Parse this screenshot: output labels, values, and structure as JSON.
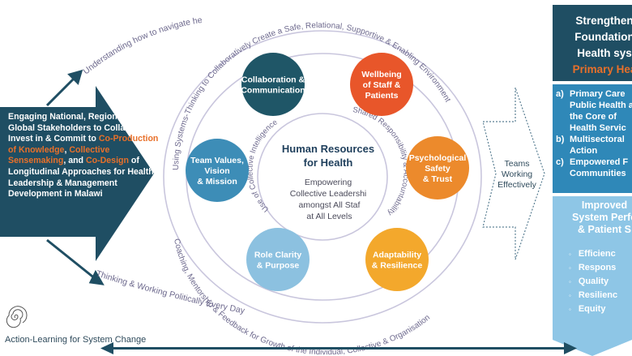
{
  "left_panel": {
    "segments": [
      {
        "text": "Engaging National, Regional & Global Stakeholders to Collaborate, Invest in & Commit to ",
        "highlight": false
      },
      {
        "text": "Co-Production of Knowledge",
        "highlight": true
      },
      {
        "text": ", ",
        "highlight": false
      },
      {
        "text": "Collective Sensemaking",
        "highlight": true
      },
      {
        "text": ", and ",
        "highlight": false
      },
      {
        "text": "Co-Design",
        "highlight": true
      },
      {
        "text": " of Longitudinal Approaches for Health Leadership & Management Development in Malawi",
        "highlight": false
      }
    ]
  },
  "top_left_note": "Understanding how to navigate health systems complexity specific to context",
  "outer_ring_top": "Using Systems-Thinking to Collaboratively Create a Safe, Relational, Supportive & Enabling Environment",
  "outer_ring_bottom": "Coaching, Mentorship & Feedback for Growth of the Individual, Collective & Organisation",
  "inner_ring_left": "Use of Collective Intelligence",
  "inner_ring_right": "Shared Responsibility & Accountability",
  "bottom_arc_text": "Thinking & Working Politically Every Day",
  "center": {
    "title": "Human Resources for Health",
    "subtitle": "Empowering Collective Leadership amongst All Staff at All Levels"
  },
  "nodes": [
    {
      "label": "Collaboration & Communication",
      "color": "#1f5667"
    },
    {
      "label": "Wellbeing of Staff & Patients",
      "color": "#e8562a"
    },
    {
      "label": "Psychological Safety & Trust",
      "color": "#ec8a2c"
    },
    {
      "label": "Adaptability & Resilience",
      "color": "#f3a82c"
    },
    {
      "label": "Role Clarity & Purpose",
      "color": "#8cc1e0"
    },
    {
      "label": "Team Values, Vision & Mission",
      "color": "#3d8db7"
    }
  ],
  "teams_label": "Teams Working Effectively",
  "right_panel": {
    "title": "Strengthen Foundation Health sys",
    "title_lines": [
      "Strengthen",
      "Foundation",
      "Health sys"
    ],
    "title_highlight": "Primary Hea",
    "items": [
      {
        "key": "a)",
        "text": "Primary Care Public Health as the Core of Health Servic"
      },
      {
        "key": "b)",
        "text": "Multisectoral Action"
      },
      {
        "key": "c)",
        "text": "Empowered F Communities"
      }
    ],
    "bottom_lines": [
      "Improved",
      "System Perfo",
      "& Patient S"
    ],
    "outcomes": [
      "Efficienc",
      "Respons",
      "Quality",
      "Resilienc",
      "Equity"
    ]
  },
  "footer_label": "Action-Learning for System Change",
  "colors": {
    "dark_teal": "#1f4e63",
    "mid_blue": "#2f88b8",
    "light_blue": "#8ec6e6",
    "highlight": "#e8702a",
    "ring": "#c9c6dd",
    "label_purple": "#6e6a8e"
  },
  "icons": [
    "spiral-icon",
    "double-arrow-icon",
    "chevron-arrow-icon"
  ]
}
